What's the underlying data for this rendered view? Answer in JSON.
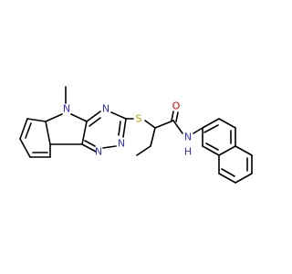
{
  "molecule": {
    "atoms": {
      "n_methyl": {
        "symbol": "N",
        "color": "#3333cc"
      },
      "n_triazine_1": {
        "symbol": "N",
        "color": "#3333cc"
      },
      "n_triazine_2": {
        "symbol": "N",
        "color": "#3333cc"
      },
      "n_triazine_3": {
        "symbol": "N",
        "color": "#3333cc"
      },
      "sulfur": {
        "symbol": "S",
        "color": "#b8a000"
      },
      "oxygen": {
        "symbol": "O",
        "color": "#e00000"
      },
      "amide_n": {
        "symbol": "N",
        "color": "#3333cc"
      },
      "amide_h": {
        "symbol": "H",
        "color": "#3333cc"
      }
    },
    "bond_color": "#000000"
  }
}
